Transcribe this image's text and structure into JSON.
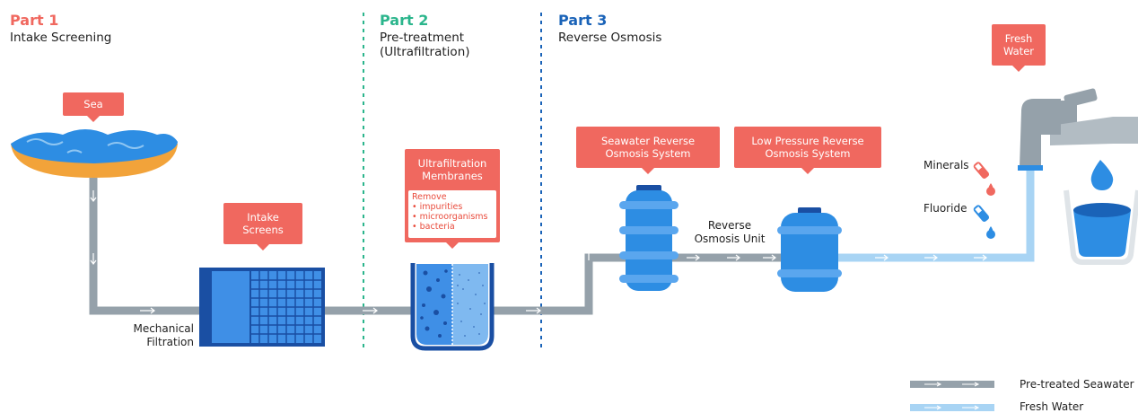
{
  "parts": [
    {
      "number": "Part 1",
      "title": "Intake Screening",
      "subtitle": "",
      "color": "#f0685f"
    },
    {
      "number": "Part 2",
      "title": "Pre-treatment",
      "subtitle": "(Ultrafiltration)",
      "color": "#2bb58c"
    },
    {
      "number": "Part 3",
      "title": "Reverse Osmosis",
      "subtitle": "",
      "color": "#1a63b8"
    }
  ],
  "callouts": {
    "sea": "Sea",
    "intake_screens": [
      "Intake",
      "Screens"
    ],
    "ultrafiltration": [
      "Ultrafiltration",
      "Membranes"
    ],
    "uf_remove_title": "Remove",
    "uf_remove_items": [
      "• impurities",
      "• microorganisms",
      "• bacteria"
    ],
    "swro": [
      "Seawater Reverse",
      "Osmosis System"
    ],
    "lpro": [
      "Low Pressure Reverse",
      "Osmosis System"
    ],
    "fresh_water": [
      "Fresh",
      "Water"
    ]
  },
  "labels": {
    "mechanical_filtration": [
      "Mechanical",
      "Filtration"
    ],
    "ro_unit": [
      "Reverse",
      "Osmosis Unit"
    ],
    "minerals": "Minerals",
    "fluoride": "Fluoride"
  },
  "legend": [
    {
      "label": "Pre-treated Seawater",
      "color": "#95a1aa"
    },
    {
      "label": "Fresh Water",
      "color": "#a8d4f4"
    }
  ],
  "colors": {
    "accent": "#f0685f",
    "water_blue": "#2d8de3",
    "dark_blue": "#1a4fa3",
    "pipe_gray": "#95a1aa",
    "pipe_light": "#a8d4f4",
    "sand": "#f2a33a"
  }
}
